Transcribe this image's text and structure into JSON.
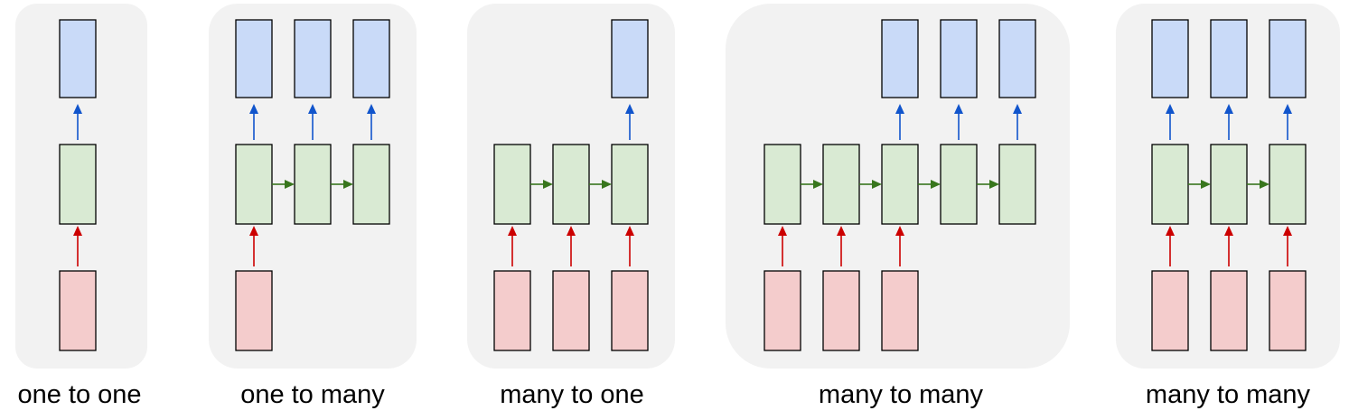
{
  "panels": [
    {
      "label": "one to one",
      "inputs": [
        0
      ],
      "outputs": [
        0
      ]
    },
    {
      "label": "one to many",
      "inputs": [
        0
      ],
      "outputs": [
        0,
        1,
        2
      ]
    },
    {
      "label": "many to one",
      "inputs": [
        0,
        1,
        2
      ],
      "outputs": [
        2
      ]
    },
    {
      "label": "many to many",
      "inputs": [
        0,
        1,
        2
      ],
      "outputs": [
        2,
        3,
        4
      ]
    },
    {
      "label": "many to many",
      "inputs": [
        0,
        1,
        2
      ],
      "outputs": [
        0,
        1,
        2
      ]
    }
  ],
  "colors": {
    "panel_background": "#f2f2f2",
    "input_fill": "#f4cccc",
    "hidden_fill": "#d9ead3",
    "output_fill": "#c9daf8",
    "input_arrow": "#cc0000",
    "recurrent_arrow": "#38761d",
    "output_arrow": "#1155cc"
  }
}
